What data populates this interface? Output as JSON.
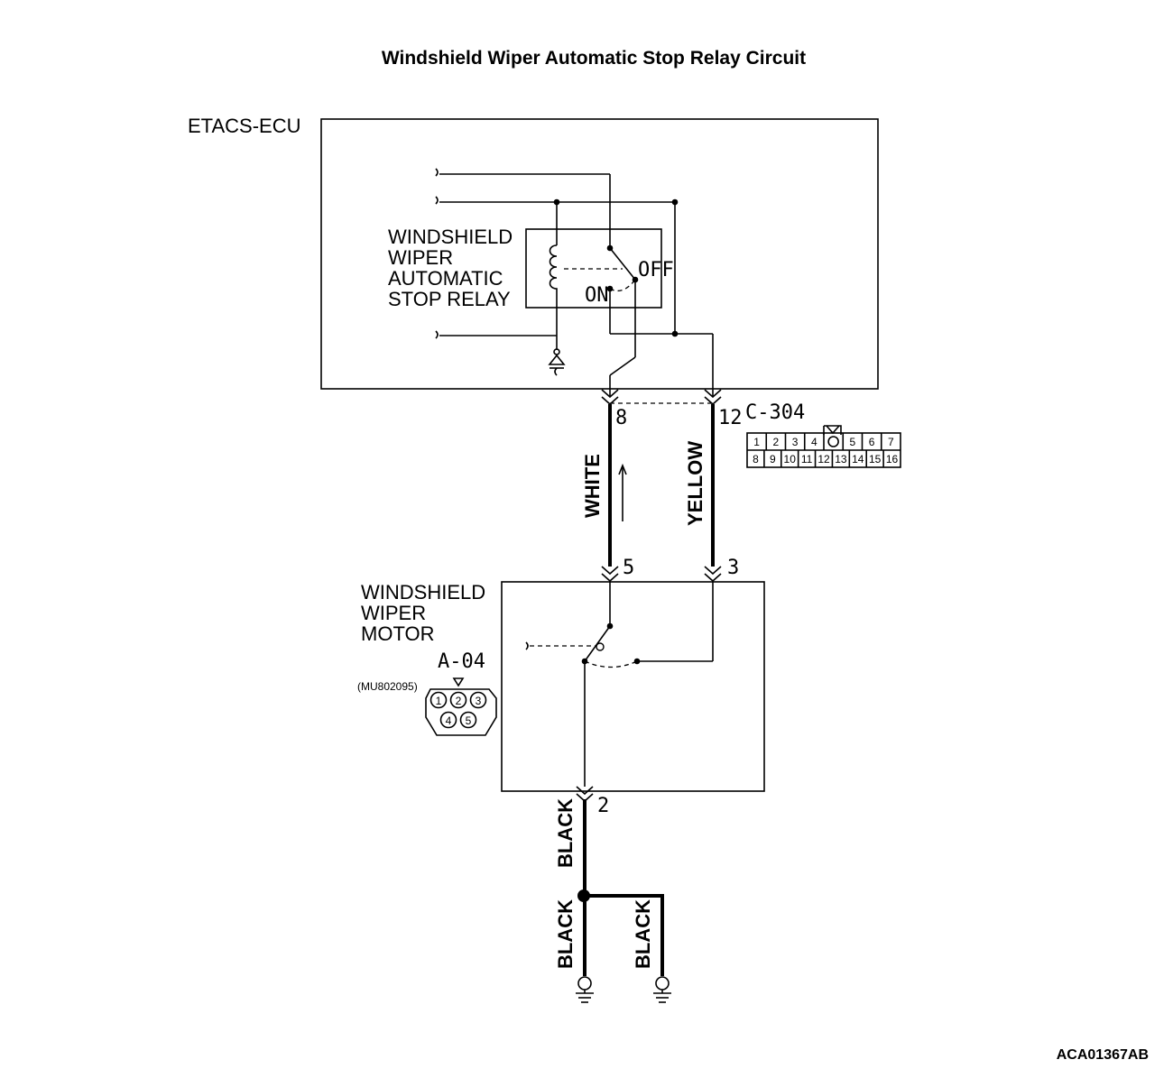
{
  "title": "Windshield Wiper Automatic Stop Relay Circuit",
  "components": {
    "ecu": {
      "name": "ETACS-ECU"
    },
    "relay": {
      "name_lines": [
        "WINDSHIELD",
        "WIPER",
        "AUTOMATIC",
        "STOP RELAY"
      ],
      "off_label": "OFF",
      "on_label": "ON"
    },
    "motor": {
      "name_lines": [
        "WINDSHIELD",
        "WIPER",
        "MOTOR"
      ],
      "connector_id": "A-04",
      "connector_part": "(MU802095)",
      "connector_pins": [
        "1",
        "2",
        "3",
        "4",
        "5"
      ]
    }
  },
  "connector_c304": {
    "id": "C-304",
    "row1": [
      "1",
      "2",
      "3",
      "4",
      "",
      "5",
      "6",
      "7"
    ],
    "row2": [
      "8",
      "9",
      "10",
      "11",
      "12",
      "13",
      "14",
      "15",
      "16"
    ]
  },
  "pins": {
    "ecu_left": "8",
    "ecu_right": "12",
    "motor_left": "5",
    "motor_right": "3",
    "motor_ground": "2"
  },
  "wires": {
    "white": "WHITE",
    "yellow": "YELLOW",
    "black_upper": "BLACK",
    "black_left": "BLACK",
    "black_right": "BLACK"
  },
  "figure_code": "ACA01367AB"
}
